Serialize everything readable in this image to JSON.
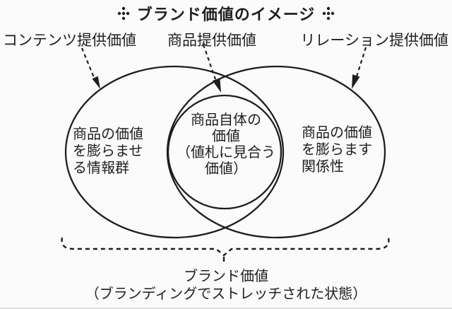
{
  "title": {
    "text": "ブランド価値のイメージ"
  },
  "top_labels": {
    "left": "コンテンツ提供価値",
    "center": "商品提供価値",
    "right": "リレーション提供価値"
  },
  "venn": {
    "left_ellipse_text": "商品の価値\nを膨らませ\nる情報群",
    "center_circle_text": "商品自体の\n価値\n（値札に見合う\n価値）",
    "right_ellipse_text": "商品の価値\nを膨らます\n関係性"
  },
  "footer": {
    "line1": "ブランド価値",
    "line2": "（ブランディングでストレッチされた状態）"
  },
  "colors": {
    "ink": "#1e1e1e",
    "background": "#fbfbfb"
  }
}
